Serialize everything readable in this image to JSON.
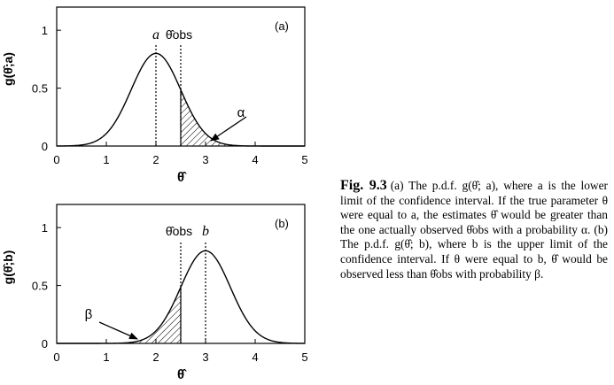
{
  "chart_data": [
    {
      "type": "line",
      "panel_label": "(a)",
      "ylabel": "g(θ̂;a)",
      "xlabel": "θ̂",
      "xlim": [
        0,
        5
      ],
      "ylim": [
        0,
        1.2
      ],
      "xticks": [
        "0",
        "1",
        "2",
        "3",
        "4",
        "5"
      ],
      "yticks": [
        "0",
        "0.5",
        "1"
      ],
      "curve": {
        "kind": "gaussian",
        "mean": 2,
        "sigma": 0.5,
        "peak": 0.8
      },
      "markers": [
        {
          "label": "a",
          "x": 2
        },
        {
          "label": "θ̂obs",
          "x": 2.5
        }
      ],
      "shaded": {
        "label": "α",
        "from": 2.5,
        "to": 5
      }
    },
    {
      "type": "line",
      "panel_label": "(b)",
      "ylabel": "g(θ̂;b)",
      "xlabel": "θ̂",
      "xlim": [
        0,
        5
      ],
      "ylim": [
        0,
        1.2
      ],
      "xticks": [
        "0",
        "1",
        "2",
        "3",
        "4",
        "5"
      ],
      "yticks": [
        "0",
        "0.5",
        "1"
      ],
      "curve": {
        "kind": "gaussian",
        "mean": 3,
        "sigma": 0.5,
        "peak": 0.8
      },
      "markers": [
        {
          "label": "θ̂obs",
          "x": 2.5
        },
        {
          "label": "b",
          "x": 3
        }
      ],
      "shaded": {
        "label": "β",
        "from": 0,
        "to": 2.5
      }
    }
  ],
  "caption": {
    "label": "Fig. 9.3",
    "text": "(a) The p.d.f. g(θ̂; a), where a is the lower limit of the confidence interval. If the true parameter θ were equal to a, the estimates θ̂ would be greater than the one actually observed θ̂obs with a probability α. (b) The p.d.f. g(θ̂; b), where b is the upper limit of the confidence interval. If θ were equal to b, θ̂ would be observed less than θ̂obs with probability β."
  }
}
